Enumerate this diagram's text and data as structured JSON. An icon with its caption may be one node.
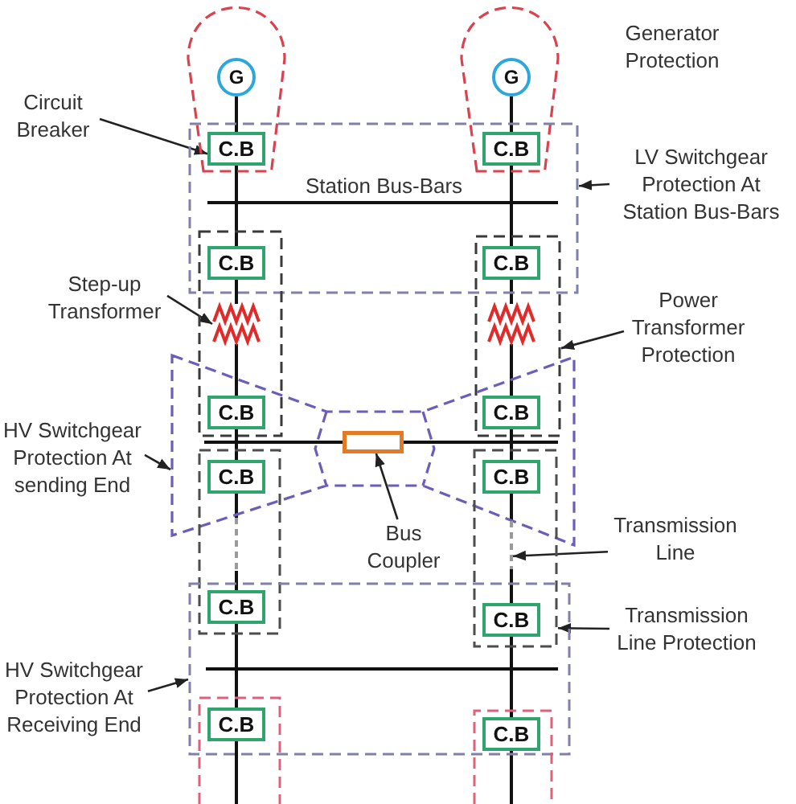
{
  "diagram": {
    "nodes": [
      {
        "text": [],
        "shape": "box"
      },
      {
        "text": [
          "G"
        ],
        "in": 0
      },
      {
        "text": [],
        "shape": "box"
      },
      {
        "text": [
          "G"
        ],
        "in": 2
      },
      {
        "text": [
          "Circuit Breaker"
        ]
      },
      {
        "text": [],
        "shape": "box"
      },
      {
        "text": [
          "C.B"
        ]
      },
      {
        "text": [
          "C.B"
        ]
      },
      {
        "text": [],
        "shape": "bar",
        "in": 5,
        "beside": [
          "Station Bus-Bars"
        ]
      },
      {
        "text": [
          "LV Switchgear Protection At Station Bus-Bars"
        ]
      },
      {
        "text": [],
        "shape": "box"
      },
      {
        "text": [
          "C.B"
        ]
      },
      {
        "text": [],
        "shape": "box"
      },
      {
        "text": [
          "C.B"
        ]
      },
      {
        "text": [
          "Step-up Transformer"
        ]
      },
      {
        "text": [],
        "shape": "coil",
        "in": 10
      },
      {
        "text": [],
        "shape": "coil",
        "in": 12
      },
      {
        "text": [
          "Power Transformer Protection"
        ]
      },
      {
        "text": [],
        "shape": "polygon"
      },
      {
        "text": [
          "C.B"
        ]
      },
      {
        "text": [
          "C.B"
        ]
      },
      {
        "text": [],
        "shape": "bar",
        "in": 18
      },
      {
        "text": [],
        "shape": "box",
        "in": 18
      },
      {
        "text": [],
        "shape": "bar",
        "in": 18
      },
      {
        "text": [
          "HV Switchgear Protection At sending End"
        ]
      },
      {
        "text": [],
        "shape": "box"
      },
      {
        "text": [],
        "shape": "box"
      },
      {
        "text": [
          "C.B"
        ]
      },
      {
        "text": [
          "C.B"
        ]
      },
      {
        "text": [
          "Bus Coupler"
        ]
      },
      {
        "text": [],
        "shape": "line",
        "in": 25
      },
      {
        "text": [],
        "shape": "line",
        "in": 26
      },
      {
        "text": [
          "Transmission Line"
        ]
      },
      {
        "text": [],
        "shape": "box"
      },
      {
        "text": [
          "C.B"
        ]
      },
      {
        "text": [
          "C.B"
        ]
      },
      {
        "text": [
          "Transmission Line Protection"
        ]
      },
      {
        "text": [],
        "shape": "bar",
        "in": 33
      },
      {
        "text": [
          "HV Switchgear Protection At Receiving End"
        ]
      },
      {
        "text": [],
        "shape": "box"
      },
      {
        "text": [],
        "shape": "box"
      },
      {
        "text": [
          "C.B"
        ]
      },
      {
        "text": [
          "C.B"
        ]
      }
    ],
    "edges": [
      {
        "from": 1,
        "to": 6,
        "arrow": "none"
      },
      {
        "from": 6,
        "to": 8,
        "arrow": "none"
      },
      {
        "from": 8,
        "to": 11,
        "arrow": "none"
      },
      {
        "from": 11,
        "to": 15,
        "arrow": "none"
      },
      {
        "from": 15,
        "to": 19,
        "arrow": "none"
      },
      {
        "from": 19,
        "to": 21,
        "arrow": "none"
      },
      {
        "from": 21,
        "to": 27,
        "arrow": "none"
      },
      {
        "from": 27,
        "to": 30,
        "arrow": "none"
      },
      {
        "from": 30,
        "to": 34,
        "arrow": "none"
      },
      {
        "from": 34,
        "to": 37,
        "arrow": "none"
      },
      {
        "from": 37,
        "to": 41,
        "arrow": "none"
      },
      {
        "from": 41,
        "to": 39,
        "arrow": "none"
      },
      {
        "from": 3,
        "to": 7,
        "arrow": "none"
      },
      {
        "from": 7,
        "to": 8,
        "arrow": "none"
      },
      {
        "from": 8,
        "to": 13,
        "arrow": "none"
      },
      {
        "from": 13,
        "to": 16,
        "arrow": "none"
      },
      {
        "from": 16,
        "to": 20,
        "arrow": "none"
      },
      {
        "from": 20,
        "to": 23,
        "arrow": "none"
      },
      {
        "from": 23,
        "to": 28,
        "arrow": "none"
      },
      {
        "from": 28,
        "to": 31,
        "arrow": "none"
      },
      {
        "from": 31,
        "to": 35,
        "arrow": "none"
      },
      {
        "from": 35,
        "to": 37,
        "arrow": "none"
      },
      {
        "from": 37,
        "to": 42,
        "arrow": "none"
      },
      {
        "from": 42,
        "to": 40,
        "arrow": "none"
      },
      {
        "from": 4,
        "to": 6,
        "arrow": "to"
      },
      {
        "from": 9,
        "to": 5,
        "arrow": "to"
      },
      {
        "from": 14,
        "to": 15,
        "arrow": "to"
      },
      {
        "from": 17,
        "to": 12,
        "arrow": "to"
      },
      {
        "from": 24,
        "to": 18,
        "arrow": "to"
      },
      {
        "from": 29,
        "to": 22,
        "arrow": "to"
      },
      {
        "from": 32,
        "to": 31,
        "arrow": "to"
      },
      {
        "from": 36,
        "to": 26,
        "arrow": "to"
      },
      {
        "from": 38,
        "to": 33,
        "arrow": "to"
      }
    ],
    "labels": [
      "Generator Protection"
    ]
  }
}
